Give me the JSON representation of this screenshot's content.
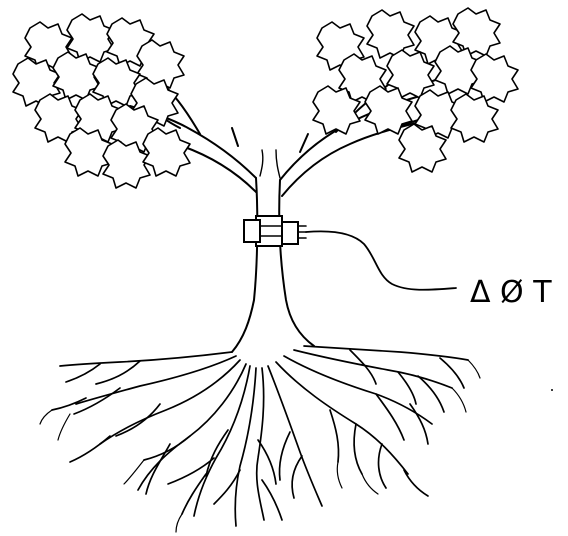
{
  "figure": {
    "label": "Δ Ø T",
    "colors": {
      "ink": "#000000",
      "background": "#ffffff"
    },
    "components": [
      "tree-canopy",
      "tree-trunk",
      "sensor-device",
      "sensor-cable",
      "root-system"
    ]
  }
}
